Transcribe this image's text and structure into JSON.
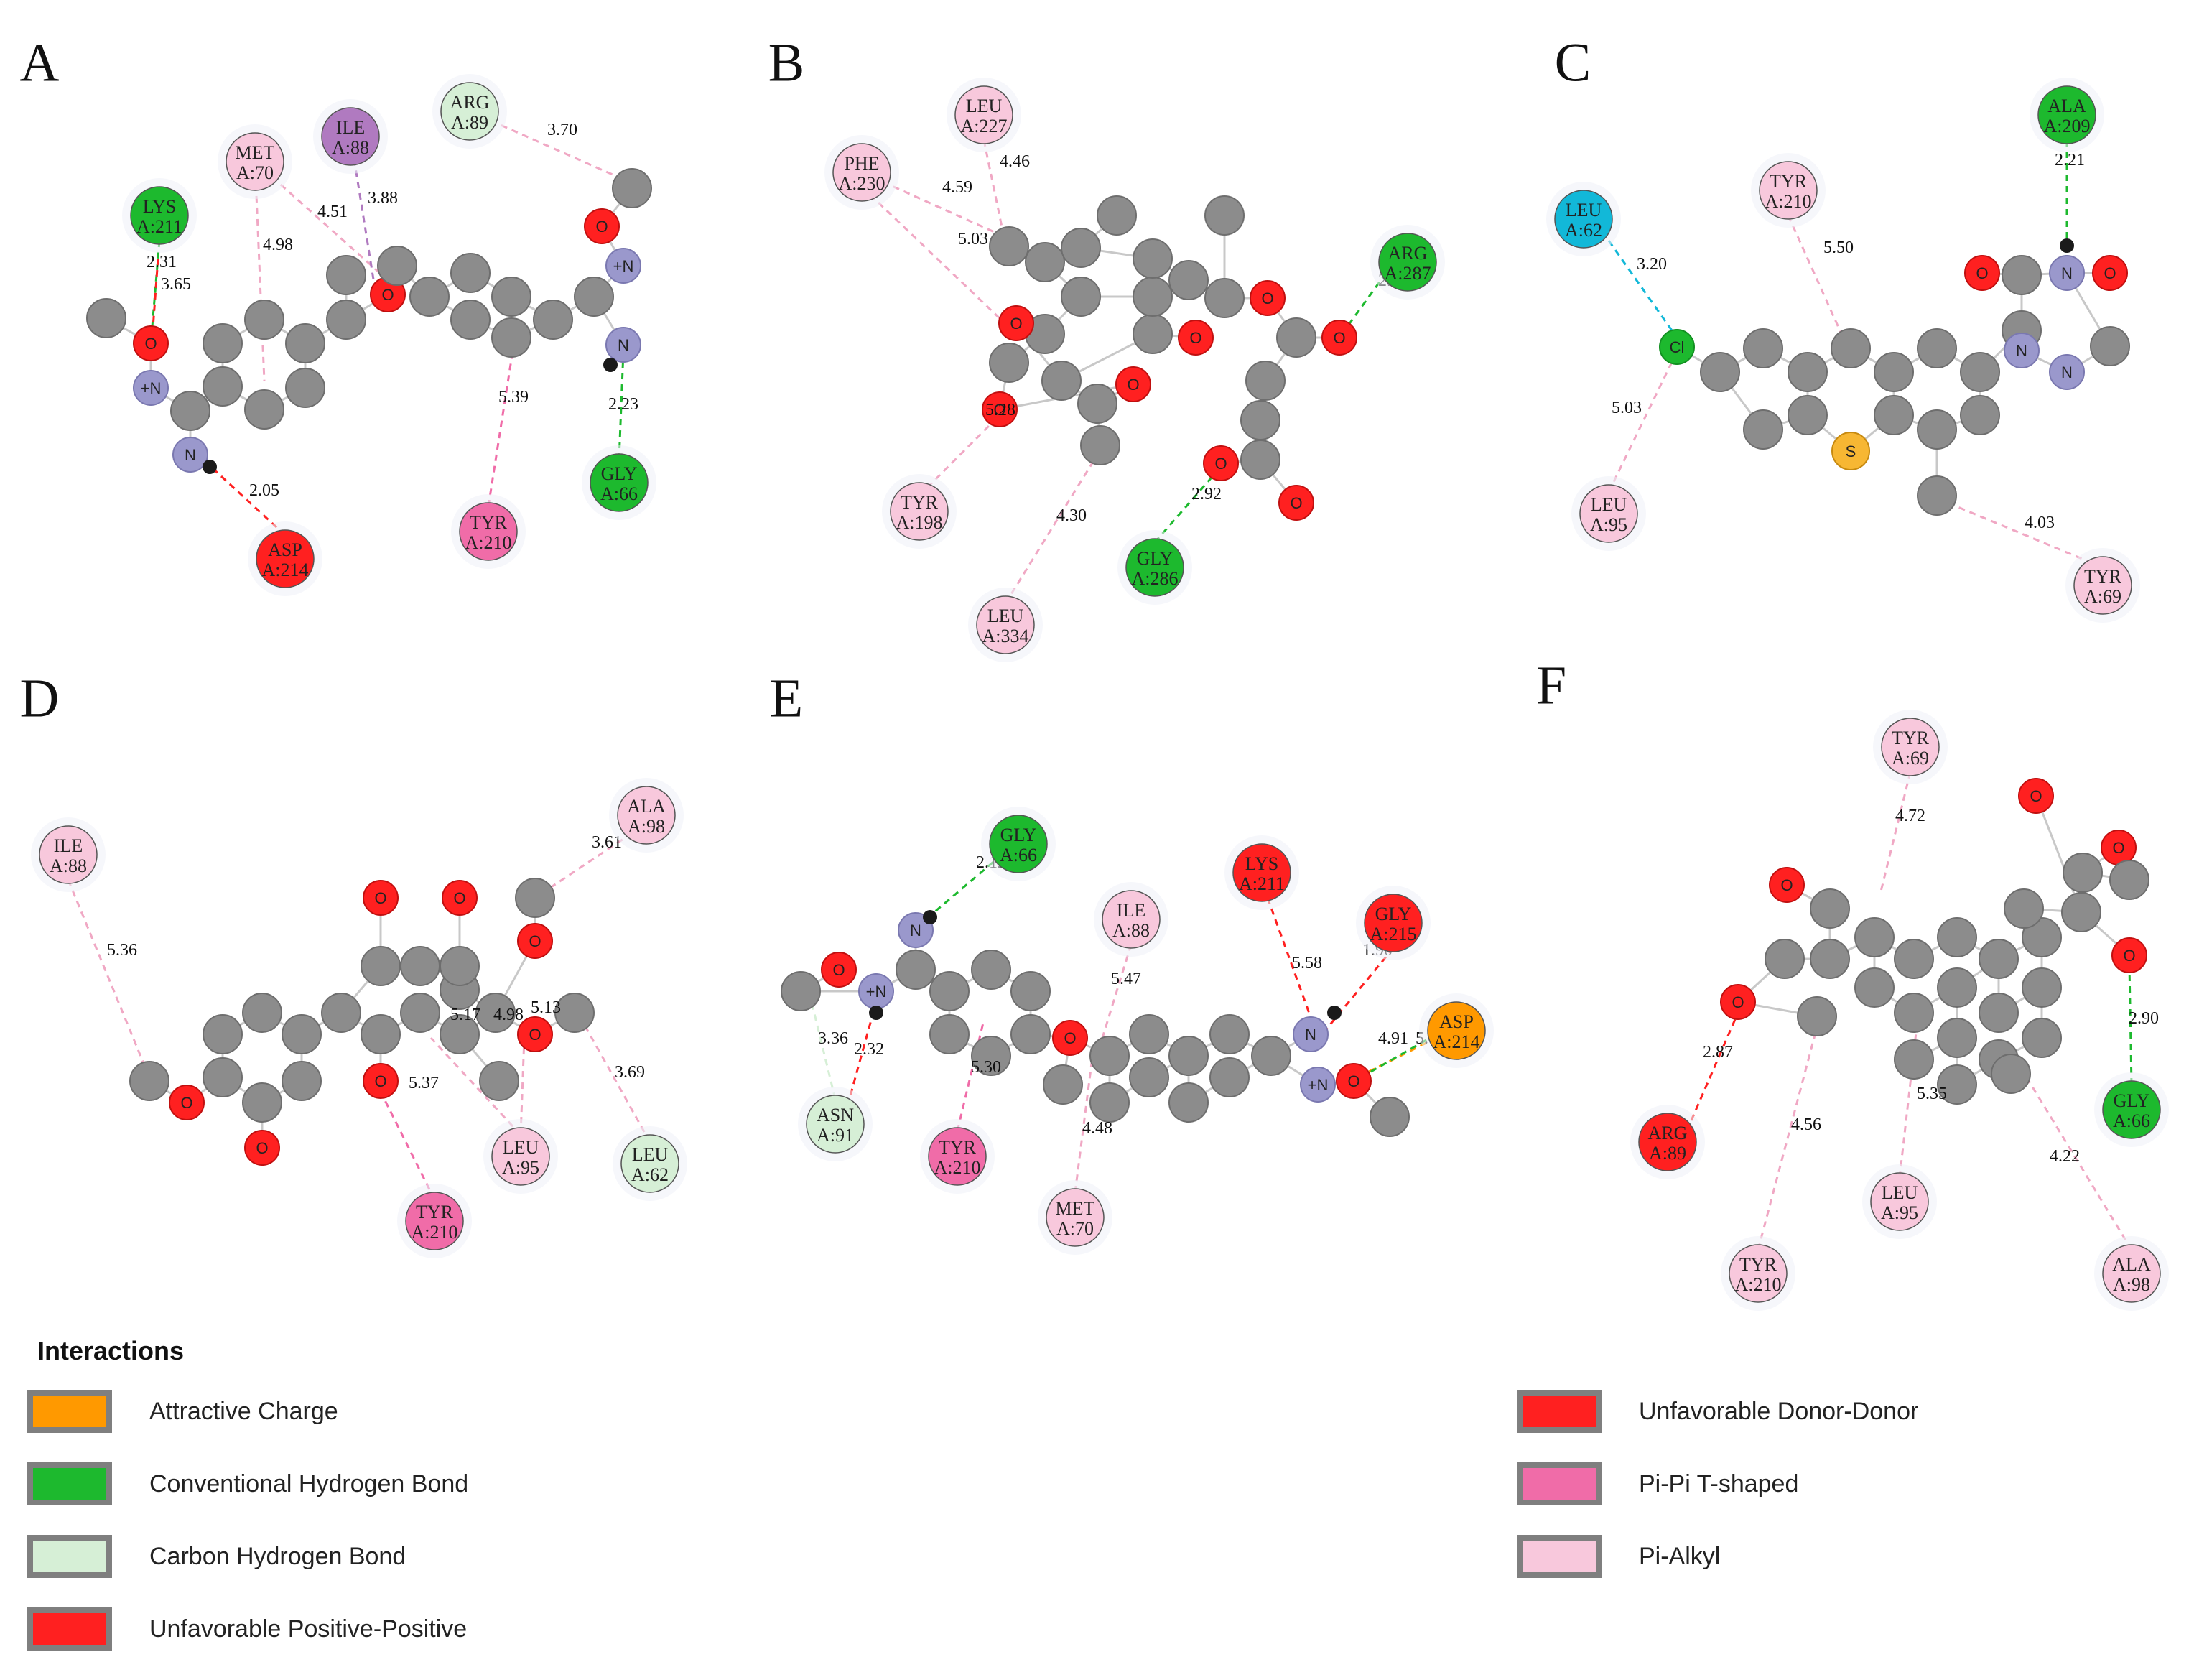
{
  "colors": {
    "attractive_charge": "#FF9900",
    "conventional_hbond": "#1DB92E",
    "carbon_hbond": "#D6EFD6",
    "unfav_pos_pos": "#FF2020",
    "unfav_donor_donor": "#FF2020",
    "pipi_tshaped": "#F06CA8",
    "pi_alkyl": "#F8C8DC",
    "pi_sigma": "#B07AC0",
    "halogen": "#12B8D8",
    "carbon": "#8C8C8C",
    "oxygen": "#FF2020",
    "nitrogen": "#9A98CC",
    "sulfur": "#F7B733",
    "chlorine": "#1DB92E"
  },
  "panels": [
    {
      "letter": "A",
      "residues": [
        {
          "label1": "LYS",
          "label2": "A:211",
          "type": "conventional_hbond"
        },
        {
          "label1": "MET",
          "label2": "A:70",
          "type": "pi_alkyl"
        },
        {
          "label1": "ILE",
          "label2": "A:88",
          "type": "pi_sigma"
        },
        {
          "label1": "ARG",
          "label2": "A:89",
          "type": "carbon_hbond"
        },
        {
          "label1": "GLY",
          "label2": "A:66",
          "type": "conventional_hbond"
        },
        {
          "label1": "TYR",
          "label2": "A:210",
          "type": "pipi_tshaped"
        },
        {
          "label1": "ASP",
          "label2": "A:214",
          "type": "unfav_pos_pos"
        }
      ],
      "distances": [
        "2.31",
        "3.65",
        "4.98",
        "4.51",
        "3.88",
        "3.70",
        "2.23",
        "5.39",
        "2.05"
      ],
      "atom_labels": [
        "O",
        "+N",
        "N",
        "O",
        "O",
        "+N",
        "N"
      ]
    },
    {
      "letter": "B",
      "residues": [
        {
          "label1": "PHE",
          "label2": "A:230",
          "type": "pi_alkyl"
        },
        {
          "label1": "LEU",
          "label2": "A:227",
          "type": "pi_alkyl"
        },
        {
          "label1": "ARG",
          "label2": "A:287",
          "type": "conventional_hbond"
        },
        {
          "label1": "TYR",
          "label2": "A:198",
          "type": "pi_alkyl"
        },
        {
          "label1": "GLY",
          "label2": "A:286",
          "type": "conventional_hbond"
        },
        {
          "label1": "LEU",
          "label2": "A:334",
          "type": "pi_alkyl"
        }
      ],
      "distances": [
        "4.46",
        "4.59",
        "5.03",
        "2.05",
        "5.28",
        "2.92",
        "4.30"
      ],
      "atom_labels": [
        "O",
        "O",
        "O",
        "O",
        "O",
        "O",
        "O",
        "O"
      ]
    },
    {
      "letter": "C",
      "residues": [
        {
          "label1": "LEU",
          "label2": "A:62",
          "type": "halogen"
        },
        {
          "label1": "TYR",
          "label2": "A:210",
          "type": "pi_alkyl"
        },
        {
          "label1": "ALA",
          "label2": "A:209",
          "type": "conventional_hbond"
        },
        {
          "label1": "LEU",
          "label2": "A:95",
          "type": "pi_alkyl"
        },
        {
          "label1": "TYR",
          "label2": "A:69",
          "type": "pi_alkyl"
        }
      ],
      "distances": [
        "3.20",
        "5.50",
        "2.21",
        "5.03",
        "4.03"
      ],
      "atom_labels": [
        "Cl",
        "S",
        "O",
        "N",
        "O",
        "N",
        "N"
      ]
    },
    {
      "letter": "D",
      "residues": [
        {
          "label1": "ILE",
          "label2": "A:88",
          "type": "pi_alkyl"
        },
        {
          "label1": "ALA",
          "label2": "A:98",
          "type": "pi_alkyl"
        },
        {
          "label1": "TYR",
          "label2": "A:210",
          "type": "pipi_tshaped"
        },
        {
          "label1": "LEU",
          "label2": "A:95",
          "type": "pi_alkyl"
        },
        {
          "label1": "LEU",
          "label2": "A:62",
          "type": "carbon_hbond"
        }
      ],
      "distances": [
        "5.36",
        "3.61",
        "5.13",
        "5.17",
        "4.98",
        "5.37",
        "3.69"
      ],
      "atom_labels": [
        "O",
        "O",
        "O",
        "O",
        "O",
        "O",
        "O"
      ]
    },
    {
      "letter": "E",
      "residues": [
        {
          "label1": "GLY",
          "label2": "A:66",
          "type": "conventional_hbond"
        },
        {
          "label1": "ILE",
          "label2": "A:88",
          "type": "pi_alkyl"
        },
        {
          "label1": "LYS",
          "label2": "A:211",
          "type": "unfav_pos_pos"
        },
        {
          "label1": "GLY",
          "label2": "A:215",
          "type": "unfav_donor_donor"
        },
        {
          "label1": "ASP",
          "label2": "A:214",
          "type": "attractive_charge"
        },
        {
          "label1": "ASN",
          "label2": "A:91",
          "type": "carbon_hbond"
        },
        {
          "label1": "TYR",
          "label2": "A:210",
          "type": "pipi_tshaped"
        },
        {
          "label1": "MET",
          "label2": "A:70",
          "type": "pi_alkyl"
        }
      ],
      "distances": [
        "2.12",
        "5.47",
        "5.58",
        "1.90",
        "4.91",
        "5.87",
        "3.36",
        "2.32",
        "5.30",
        "4.48"
      ],
      "atom_labels": [
        "N",
        "O",
        "+N",
        "O",
        "N",
        "+N",
        "O"
      ]
    },
    {
      "letter": "F",
      "residues": [
        {
          "label1": "TYR",
          "label2": "A:69",
          "type": "pi_alkyl"
        },
        {
          "label1": "ARG",
          "label2": "A:89",
          "type": "unfav_donor_donor"
        },
        {
          "label1": "GLY",
          "label2": "A:66",
          "type": "conventional_hbond"
        },
        {
          "label1": "LEU",
          "label2": "A:95",
          "type": "pi_alkyl"
        },
        {
          "label1": "TYR",
          "label2": "A:210",
          "type": "pi_alkyl"
        },
        {
          "label1": "ALA",
          "label2": "A:98",
          "type": "pi_alkyl"
        }
      ],
      "distances": [
        "4.72",
        "2.87",
        "2.90",
        "5.35",
        "4.56",
        "4.22"
      ],
      "atom_labels": [
        "O",
        "O",
        "O",
        "O",
        "O"
      ]
    }
  ],
  "legend": {
    "title": "Interactions",
    "items": [
      {
        "label": "Attractive Charge",
        "color": "#FF9900"
      },
      {
        "label": "Conventional Hydrogen Bond",
        "color": "#1DB92E"
      },
      {
        "label": "Carbon Hydrogen Bond",
        "color": "#D6EFD6"
      },
      {
        "label": "Unfavorable Positive-Positive",
        "color": "#FF2020"
      },
      {
        "label": "Unfavorable Donor-Donor",
        "color": "#FF2020"
      },
      {
        "label": "Pi-Pi T-shaped",
        "color": "#F06CA8"
      },
      {
        "label": "Pi-Alkyl",
        "color": "#F8C8DC"
      }
    ]
  }
}
